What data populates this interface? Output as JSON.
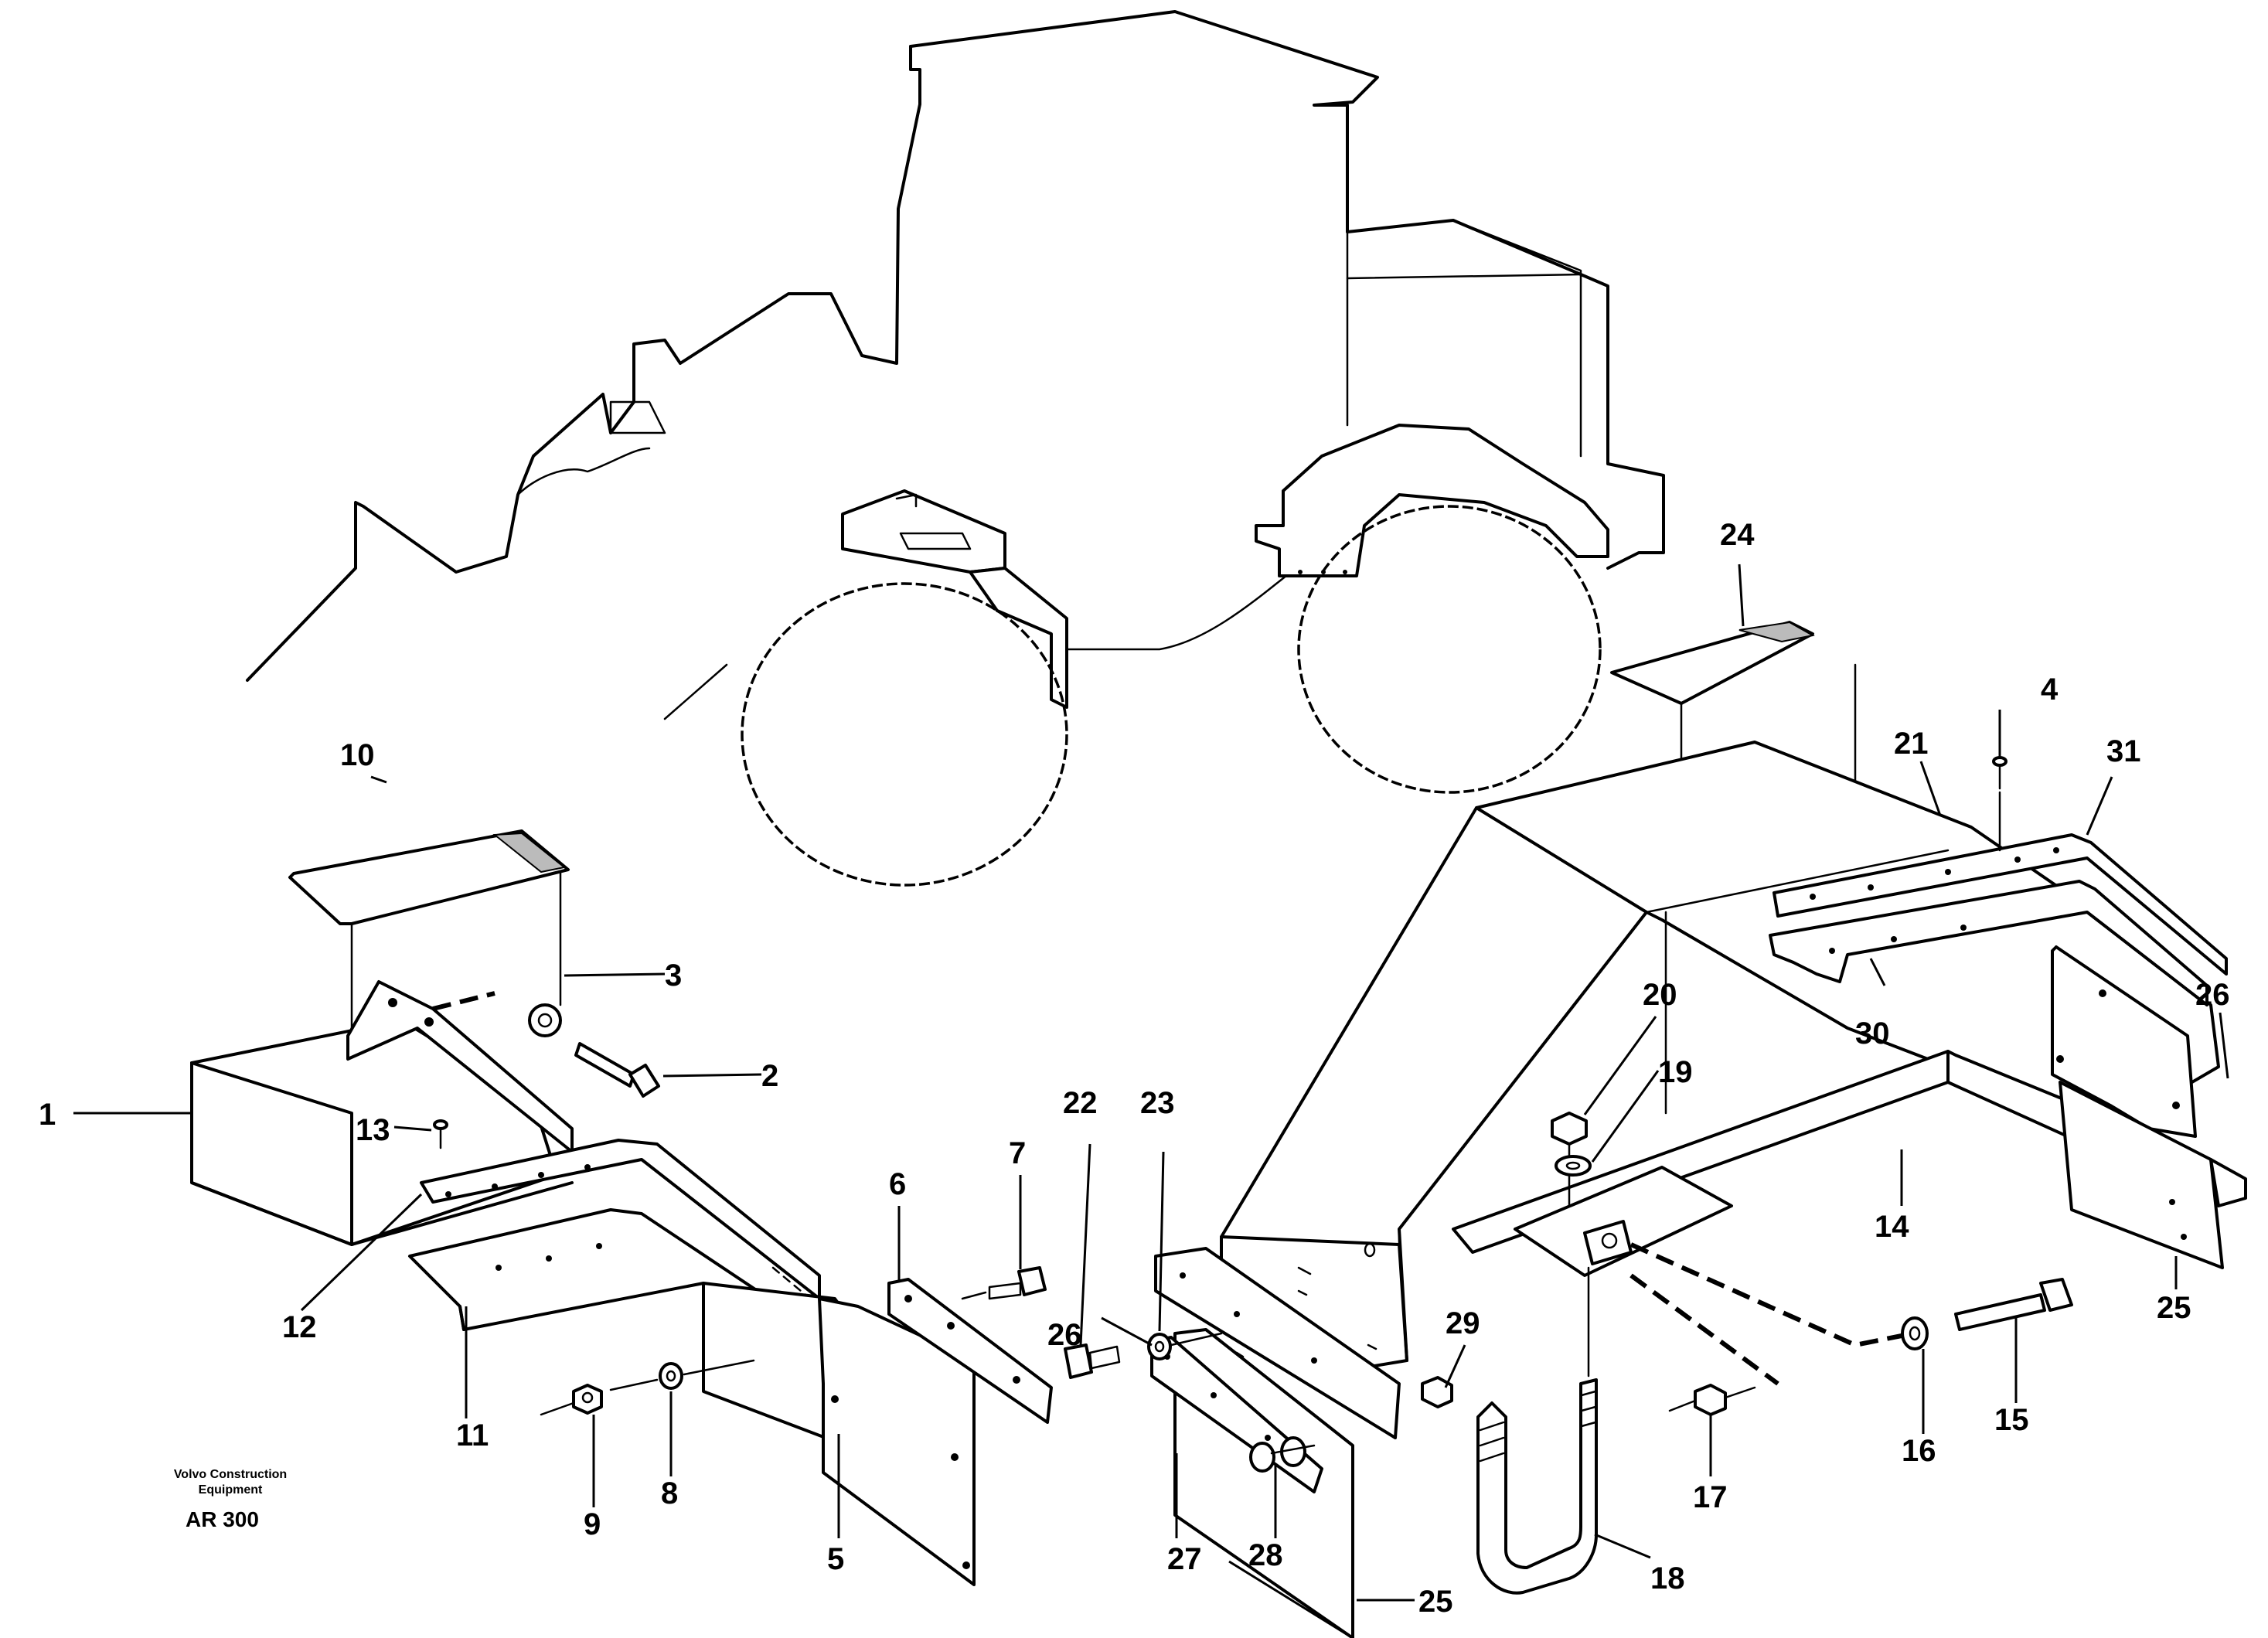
{
  "brand": {
    "line1": "Volvo Construction",
    "line2": "Equipment",
    "drawing_code": "AR 300"
  },
  "callouts": {
    "c1": "1",
    "c2": "2",
    "c3": "3",
    "c4": "4",
    "c5": "5",
    "c6": "6",
    "c7": "7",
    "c8": "8",
    "c9": "9",
    "c10": "10",
    "c11": "11",
    "c12": "12",
    "c13": "13",
    "c14": "14",
    "c15": "15",
    "c16": "16",
    "c17": "17",
    "c18": "18",
    "c19": "19",
    "c20": "20",
    "c21": "21",
    "c22": "22",
    "c23": "23",
    "c24": "24",
    "c25a": "25",
    "c25b": "25",
    "c26a": "26",
    "c26b": "26",
    "c27": "27",
    "c28": "28",
    "c29": "29",
    "c30": "30",
    "c31": "31"
  }
}
